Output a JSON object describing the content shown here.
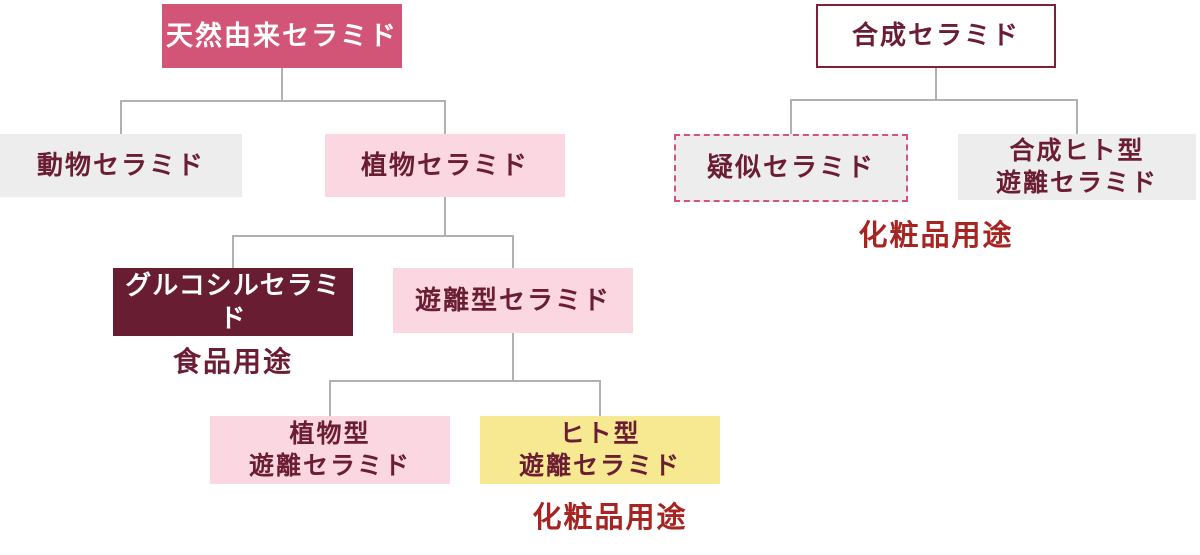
{
  "palette": {
    "rose": "#d25577",
    "light_pink": "#fbd8e1",
    "light_gray": "#ededee",
    "dark_maroon": "#691d33",
    "maroon_text": "#6b1d33",
    "yellow": "#f6e992",
    "red_label": "#a62522",
    "connector_gray": "#b1b1b1",
    "synthetic_border": "#7d2038"
  },
  "natural": {
    "root": "天然由来セラミド",
    "animal": "動物セラミド",
    "plant": "植物セラミド",
    "glucosyl": "グルコシルセラミド",
    "free_type": "遊離型セラミド",
    "plant_free": {
      "line1": "植物型",
      "line2": "遊離セラミド"
    },
    "human_free": {
      "line1": "ヒト型",
      "line2": "遊離セラミド"
    },
    "food_use": "食品用途",
    "cosmetic_use": "化粧品用途"
  },
  "synthetic": {
    "root": "合成セラミド",
    "pseudo": "疑似セラミド",
    "synth_human": {
      "line1": "合成ヒト型",
      "line2": "遊離セラミド"
    },
    "cosmetic_use": "化粧品用途"
  }
}
